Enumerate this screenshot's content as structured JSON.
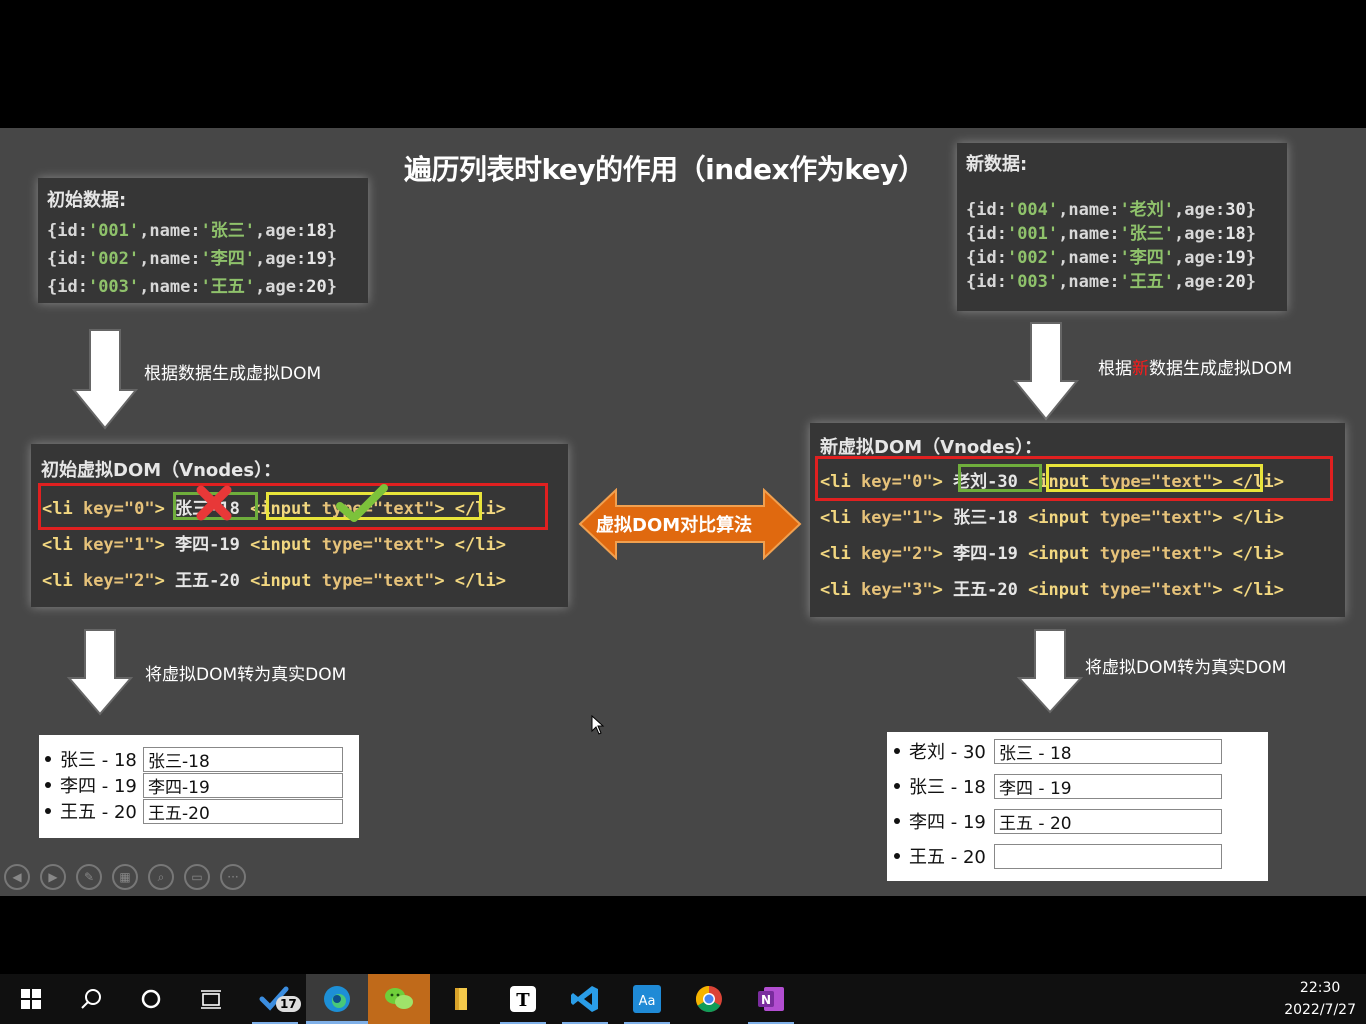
{
  "slide": {
    "title": "遍历列表时key的作用（index作为key）",
    "initial_data": {
      "header": "初始数据:",
      "rows": [
        {
          "id": "001",
          "name": "张三",
          "age": "18"
        },
        {
          "id": "002",
          "name": "李四",
          "age": "19"
        },
        {
          "id": "003",
          "name": "王五",
          "age": "20"
        }
      ]
    },
    "new_data": {
      "header": "新数据:",
      "rows": [
        {
          "id": "004",
          "name": "老刘",
          "age": "30"
        },
        {
          "id": "001",
          "name": "张三",
          "age": "18"
        },
        {
          "id": "002",
          "name": "李四",
          "age": "19"
        },
        {
          "id": "003",
          "name": "王五",
          "age": "20"
        }
      ]
    },
    "label_gen_left": "根据数据生成虚拟DOM",
    "label_gen_right_a": "根据",
    "label_gen_right_b": "新",
    "label_gen_right_c": "数据生成虚拟DOM",
    "label_real_left": "将虚拟DOM转为真实DOM",
    "label_real_right": "将虚拟DOM转为真实DOM",
    "compare_label": "虚拟DOM对比算法",
    "initial_vdom": {
      "header": "初始虚拟DOM（Vnodes）：",
      "rows": [
        {
          "key": "0",
          "text": "张三-18"
        },
        {
          "key": "1",
          "text": "李四-19"
        },
        {
          "key": "2",
          "text": "王五-20"
        }
      ]
    },
    "new_vdom": {
      "header": "新虚拟DOM（Vnodes）：",
      "rows": [
        {
          "key": "0",
          "text": "老刘-30"
        },
        {
          "key": "1",
          "text": "张三-18"
        },
        {
          "key": "2",
          "text": "李四-19"
        },
        {
          "key": "3",
          "text": "王五-20"
        }
      ]
    },
    "input_type": "text",
    "initial_dom": [
      {
        "label": "张三 - 18",
        "input": "张三-18"
      },
      {
        "label": "李四 - 19",
        "input": "李四-19"
      },
      {
        "label": "王五 - 20",
        "input": "王五-20"
      }
    ],
    "new_dom": [
      {
        "label": "老刘 - 30",
        "input": "张三 - 18"
      },
      {
        "label": "张三 - 18",
        "input": "李四 - 19"
      },
      {
        "label": "李四 - 19",
        "input": "王五 - 20"
      },
      {
        "label": "王五 - 20",
        "input": ""
      }
    ]
  },
  "player_controls": [
    "prev-icon",
    "next-icon",
    "pen-icon",
    "slides-icon",
    "zoom-icon",
    "subtitle-icon",
    "more-icon"
  ],
  "taskbar": {
    "badge_count": "17",
    "time": "22:30",
    "date": "2022/7/27",
    "apps": [
      "start-icon",
      "search-icon",
      "cortana-icon",
      "task-view-icon",
      "todo-icon",
      "edge-icon",
      "wechat-icon",
      "file-explorer-icon",
      "typora-icon",
      "vscode-icon",
      "dictionary-icon",
      "chrome-icon",
      "onenote-icon"
    ]
  }
}
